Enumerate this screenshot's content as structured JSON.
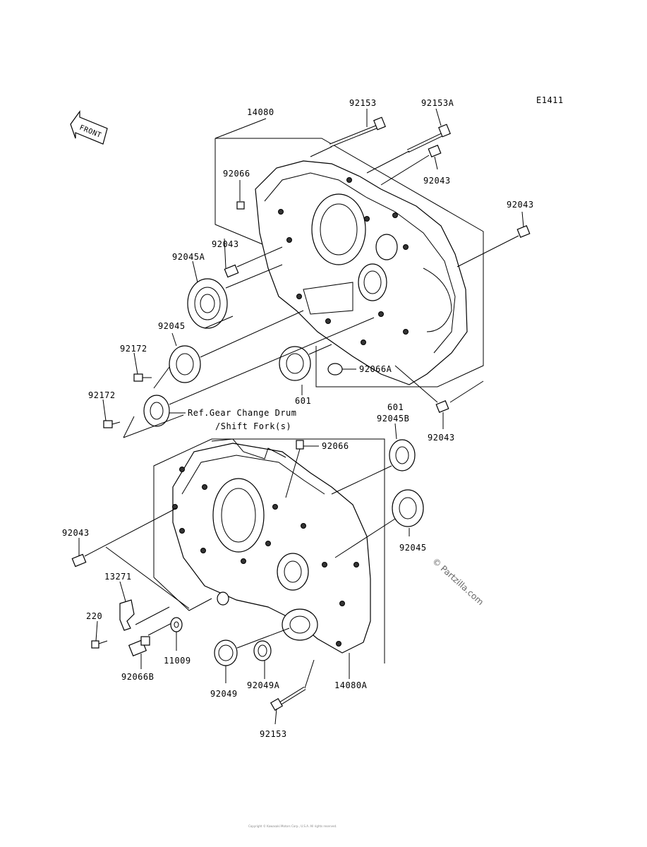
{
  "diagram_code": "E1411",
  "front_label": "FRONT",
  "labels": {
    "l14080": "14080",
    "l92153_top": "92153",
    "l92153A": "92153A",
    "l92043_a": "92043",
    "l92043_b": "92043",
    "l92066_top": "92066",
    "l92043_c": "92043",
    "l92045A": "92045A",
    "l92045_top": "92045",
    "l92172_a": "92172",
    "l92172_b": "92172",
    "l601_top": "601",
    "l92066A": "92066A",
    "ref_line1": "Ref.Gear Change Drum",
    "ref_line2": "/Shift Fork(s)",
    "l92043_d": "92043",
    "l601_b": "601",
    "l92045B": "92045B",
    "l92066_b": "92066",
    "l92043_e": "92043",
    "l92045_b": "92045",
    "l13271": "13271",
    "l220": "220",
    "l11009": "11009",
    "l92066B": "92066B",
    "l92049": "92049",
    "l92049A": "92049A",
    "l14080A": "14080A",
    "l92153_bottom": "92153"
  },
  "watermark": "© Partzilla.com",
  "copyright": "Copyright ©  Kawasaki Motors Corp., U.S.A. All rights reserved."
}
